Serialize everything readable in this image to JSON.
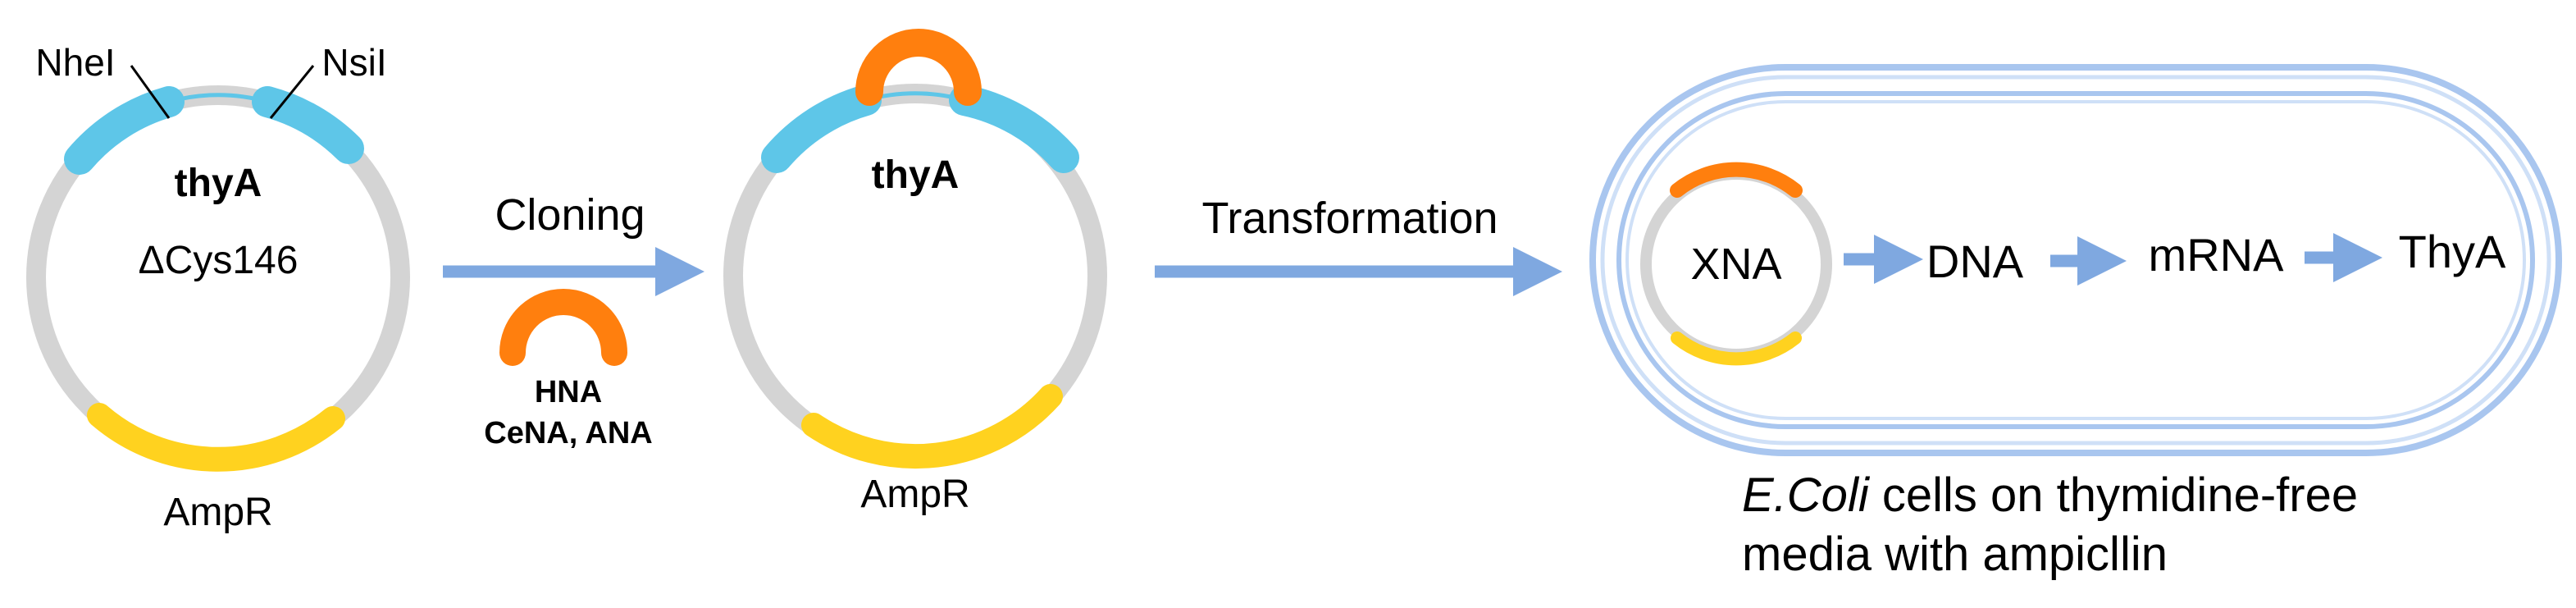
{
  "colors": {
    "backbone": "#d4d4d4",
    "thyA_segment": "#5ec6e8",
    "ampR_segment": "#ffd21f",
    "insert": "#ff7f0e",
    "arrow": "#7fa8e0",
    "cell_outer": "#a9c6ef",
    "cell_inner": "#c9dcf6"
  },
  "plasmid1": {
    "site_left": "NheI",
    "site_right": "NsiI",
    "gene": "thyA",
    "mutation": "ΔCys146",
    "marker": "AmpR"
  },
  "step1": {
    "label": "Cloning",
    "insert_line1": "HNA",
    "insert_line2": "CeNA, ANA"
  },
  "plasmid2": {
    "gene": "thyA",
    "marker": "AmpR"
  },
  "step2": {
    "label": "Transformation"
  },
  "cell": {
    "plasmid_label": "XNA",
    "flow": [
      "DNA",
      "mRNA",
      "ThyA"
    ],
    "caption_italic": "E.Coli",
    "caption_line1_rest": " cells on thymidine-free",
    "caption_line2": "media with ampicllin"
  }
}
